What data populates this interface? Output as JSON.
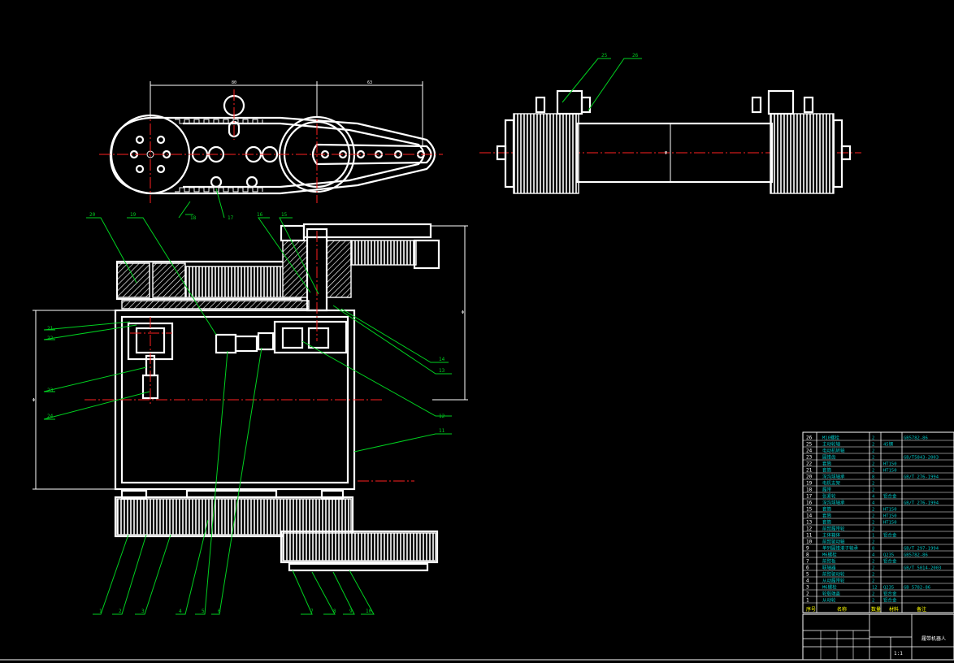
{
  "drawing": {
    "dimensions": {
      "top_a": "80",
      "top_b": "63",
      "right_w": "W",
      "side_v": "Ψ",
      "left_h": "Φ",
      "right_h": "Φ"
    },
    "balloons": {
      "b1": "1",
      "b2": "2",
      "b3": "3",
      "b4": "4",
      "b5": "5",
      "b6": "6",
      "b7": "7",
      "b8": "8",
      "b9": "9",
      "b10": "10",
      "b11": "11",
      "b12": "12",
      "b13": "13",
      "b14": "14",
      "b15": "15",
      "b16": "16",
      "b17": "17",
      "b18": "18",
      "b19": "19",
      "b20": "20",
      "b21": "21",
      "b22": "22",
      "b23": "23",
      "b24": "24",
      "b25": "25",
      "b26": "26"
    }
  },
  "bom": {
    "rows": [
      {
        "no": "26",
        "name": "M10螺栓",
        "qty": "2",
        "mat": "",
        "std": "GB5782-86"
      },
      {
        "no": "25",
        "name": "主动轮轴",
        "qty": "2",
        "mat": "45钢",
        "std": ""
      },
      {
        "no": "24",
        "name": "电动机转轴",
        "qty": "2",
        "mat": "",
        "std": ""
      },
      {
        "no": "23",
        "name": "圆锥齿",
        "qty": "2",
        "mat": "",
        "std": "GB/T5843-2003"
      },
      {
        "no": "22",
        "name": "套筒",
        "qty": "2",
        "mat": "HT150",
        "std": ""
      },
      {
        "no": "21",
        "name": "套筒",
        "qty": "2",
        "mat": "HT150",
        "std": ""
      },
      {
        "no": "20",
        "name": "深沟球轴承",
        "qty": "8",
        "mat": "",
        "std": "GB/T 276-1994"
      },
      {
        "no": "19",
        "name": "电机支架",
        "qty": "2",
        "mat": "",
        "std": ""
      },
      {
        "no": "18",
        "name": "履带",
        "qty": "2",
        "mat": "",
        "std": ""
      },
      {
        "no": "17",
        "name": "张紧轮",
        "qty": "4",
        "mat": "铝合金",
        "std": ""
      },
      {
        "no": "16",
        "name": "深沟球轴承",
        "qty": "4",
        "mat": "",
        "std": "GB/T 276-1994"
      },
      {
        "no": "15",
        "name": "套筒",
        "qty": "2",
        "mat": "HT150",
        "std": ""
      },
      {
        "no": "14",
        "name": "套筒",
        "qty": "2",
        "mat": "HT150",
        "std": ""
      },
      {
        "no": "13",
        "name": "套筒",
        "qty": "2",
        "mat": "HT150",
        "std": ""
      },
      {
        "no": "12",
        "name": "前臂履带轮",
        "qty": "2",
        "mat": "",
        "std": ""
      },
      {
        "no": "11",
        "name": "主体箱体",
        "qty": "1",
        "mat": "铝合金",
        "std": ""
      },
      {
        "no": "10",
        "name": "前臂驱动轴",
        "qty": "2",
        "mat": "",
        "std": ""
      },
      {
        "no": "9",
        "name": "单列圆锥滚子轴承",
        "qty": "8",
        "mat": "",
        "std": "GB/T 297-1994"
      },
      {
        "no": "8",
        "name": "M6螺栓",
        "qty": "4",
        "mat": "Q235",
        "std": "GB5782-86"
      },
      {
        "no": "7",
        "name": "前臂板",
        "qty": "2",
        "mat": "铝合金",
        "std": ""
      },
      {
        "no": "6",
        "name": "联轴器",
        "qty": "2",
        "mat": "",
        "std": "GB/T 5014-2003"
      },
      {
        "no": "5",
        "name": "前臂驱动轮",
        "qty": "2",
        "mat": "",
        "std": ""
      },
      {
        "no": "4",
        "name": "从动履带轮",
        "qty": "2",
        "mat": "",
        "std": ""
      },
      {
        "no": "3",
        "name": "M6螺栓",
        "qty": "12",
        "mat": "Q235",
        "std": "GB 5782-86"
      },
      {
        "no": "2",
        "name": "轮毂端盖",
        "qty": "2",
        "mat": "铝合金",
        "std": ""
      },
      {
        "no": "1",
        "name": "从动轮",
        "qty": "2",
        "mat": "铝合金",
        "std": ""
      }
    ],
    "header": {
      "no": "序号",
      "name": "名称",
      "qty": "数量",
      "mat": "材料",
      "std": "备注"
    },
    "title": "履带机器人",
    "scale": "1:1"
  },
  "colors": {
    "outline": "#ffffff",
    "center_line": "#ff2020",
    "leader": "#00d020",
    "bom_text": "#00c8c8",
    "selected": "#00ffff"
  }
}
